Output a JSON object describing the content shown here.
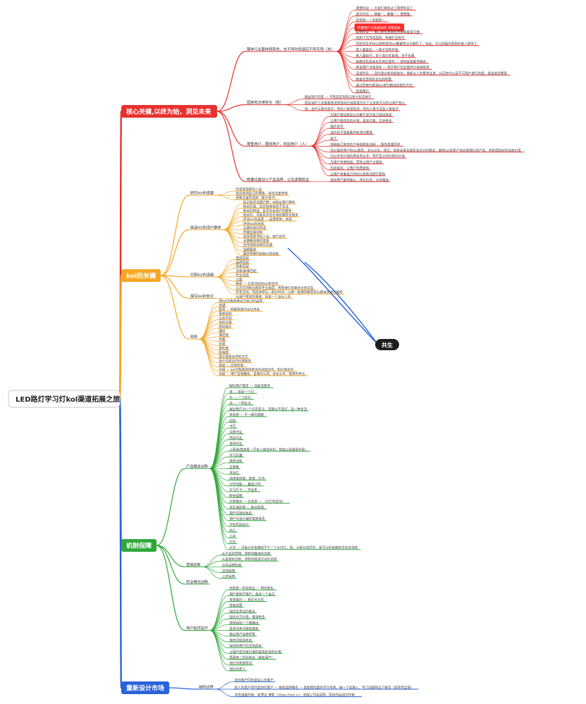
{
  "root": {
    "label": "LED路灯学习灯kol渠道拓展之旅"
  },
  "colors": {
    "red": "#e8312f",
    "orange": "#f5a623",
    "green": "#2fa83a",
    "blue": "#2a62d8",
    "leaf": "#7ab7ff",
    "gray": "#9a9a9a",
    "highlight": "#ff2b2b",
    "dark": "#1d1d1d"
  },
  "branches": [
    {
      "key": "b1",
      "label": "核心关键,以终为始，洞见未来",
      "color": "#e8312f",
      "groups": [
        {
          "label": "整体行业整体趋势性，在不同时段适应不同市场（关）",
          "items": [
            "萌芽阶段 — 大家们目标过了萌芽阶段了",
            "成长阶段 — 随着一，都着一，慢慢做",
            "前端第一 / 前端第一",
            "挤爆用户认知成本和 决策成本",
            "成熟阶段 — 重心放在品牌化营销和渠道方面",
            "机构下沉市场品牌，降维打击现行",
            "然和学生市场认知教育的kol都推荐过大概打了，较出，可以刻画的机构的老人群体了",
            "老人最喜欢，一辈子没有享福",
            "老人最怕子，卖个酒灯在自用，孙子也用",
            "规模优先成本优先供应量剂 — 保持渠道最佳模式",
            "降低用户决策成本 — 或许用户的反面评价来被接受",
            "衰退阶段 — 及时通过新的颜色的，重新从人的需求出发，从历史中以及不可用户进行挖掘，提出新的需要",
            "数据化营销的优化和积累",
            "通过原来的渠道kol进行精选投放的方式",
            "回到用户"
          ]
        },
        {
          "label": "国家和法律变化（税）",
          "items": [
            "跳战现行的变 — 不管是在现有与更大形态进行",
            "而且保护了这里那些法律空前已经就成为长了让这些可以的让用户放心",
            "他，古代以来为孩子，有的人家很先有，有的人基于这些人家给子"
          ]
        },
        {
          "label": "尊重用户，围绕用户，收割用户（人）",
          "items": [
            "为用户建设渠道以中都不是为自己建设渠道",
            "让用户看得见的价值，提高可靠，实体更多",
            "国外货币",
            "海外孩子或者素材有关的需要",
            "线下",
            "透明自己有关的下单和联系流程 — 服务质量同步",
            "充分满足用户的kol需求，充分过去，现在，或者未来未来有多的分利模式，最终kol的客户体验到我们的产品，并获得较好的品质价值",
            "为分享有价值的原表有分享，而不是分享好帮的价值",
            "为用户带来权益，而非让用户占便宜",
            "包装提高，让用户经营者和",
            "让用户带着自己的KOL和情况进行宣传"
          ]
        },
        {
          "label": "数据化驱动人产品选择，以及逻辑验证",
          "items": [
            "授权用户最终确认，评价信息，分享推动"
          ]
        }
      ]
    },
    {
      "key": "b2",
      "label": "kol的关键",
      "color": "#f5a623",
      "groups": [
        {
          "label": "研究kol的需要",
          "items": [
            "时常发现新的人设",
            "提前找到自己的需要，获得流量营销",
            "想要这里的选择（基于基于）"
          ]
        },
        {
          "label": "挑选kol的用户群体",
          "items": [
            "标记和评估用户群，对粉丝用户群体",
            "粉丝的强，是否有其他孩子生活",
            "粉丝的构成，是否符合用户的群体",
            "粉丝的，可能更多的与年龄推荐也相关",
            "评估kol的品质 — 品质要有，前途",
            "评估kol的关系",
            "长期效果的传递",
            "传播出来效果",
            "后续或者评估人员，进行合作",
            "长期做效果的渠道",
            "合作持续效果的流通",
            "选题最佳",
            "最终营销的投稿计划调查"
          ]
        },
        {
          "label": "匹配kol的选题",
          "items": [
            "情感匹配",
            "品牌匹配",
            "场景匹配",
            "创意/故事匹配",
            "专业匹配",
            "公益",
            "联名 — 实际活动的kol的合作",
            "以对方的粉丝群的专业角度，找到他们的痛点分析这些",
            "年年活动，完成并把与一起长时间，以便一起保持联系的长期关系进行推荐"
          ]
        },
        {
          "label": "撰写kol的软文",
          "items": [
            "从用户需求的角度，但是一个合伙人的"
          ]
        },
        {
          "label": "收获",
          "items": [
            "把kol的角色转化为自己的品牌",
            "关键",
            "愿景 — 明里暗里的合伙关系",
            "情感包装",
            "与你不同",
            "你的价值",
            "感动观众",
            "偏好",
            "满足感",
            "体面",
            "仿真",
            "使利度",
            "和谐感",
            "建立渠道合作的方式",
            "设计深度合作价值链条",
            "基础 — 反馈机制",
            "中级 — kol可帮助获得更多的深度合作，和价值合作",
            "高级 — 用户自我推动，自我的认同，身份分享，愿景的传达"
          ]
        }
      ]
    },
    {
      "key": "b3",
      "label": "机制保障",
      "color": "#2fa83a",
      "groups": [
        {
          "label": "产品概念创新",
          "items": [
            "眼科用户需求 — 马斯洛需求",
            "低 — 就是一个灯",
            "中 — 一个好灯",
            "高 — 一种生活",
            "展出用户对一个灯的定义，定期以不及灯，是一种生活",
            "体验感 — 不一样的观察",
            "阅读",
            "书写",
            "深夜作业",
            "周末作业",
            "游戏作业",
            "上网课/家庭看（不带人离线手机，就能以直播更好看）",
            "学习乐趣",
            "其他创新",
            "正者数",
            "日光灯",
            "纯净度防静，疲劳，灯光",
            "计时功能 — 番茄计时",
            "学习打卡 — 作业表",
            "断坐提醒",
            "升降模式 — 仪式感 — （打灯和启动）",
            "多区域照明 — 重点照明",
            "用户可操纵色彩",
            "用户可设计偏好家庭通讯",
            "学生年龄设计",
            "幼儿",
            "小学",
            "中学",
            "大学 — 可能大学很难很不下一个大灯灯，但，大部分的同学，是可以的前期的优化的场景"
          ]
        },
        {
          "label": "营销创新",
          "items": [
            "从产品的营销，转移到推进的创新",
            "从渠道的创新，转移到渠道方式的创新",
            "分享运营机制",
            "法律保障",
            "公关保障"
          ]
        },
        {
          "label": "商业模式创新",
          "items": []
        },
        {
          "label": "用户粘性提升",
          "items": [
            "找到第一阶段粉丝 — 用优质化",
            "用户变种子用户，每次一个会员",
            "有质量的 — 真实可信的",
            "情感层面",
            "强化负责任的家长",
            "强化社交价值，邀请更多",
            "感受目标一个精确出",
            "更多的参与感和拥有",
            "做出用户运营积累",
            "样材对提高体验",
            "样材和用户的活动成本",
            "让用户成为有价值的变成很多的价值",
            "搭建第二阶段粉丝（朋友用户）",
            "他们的家庭情况",
            "他们的老人"
          ]
        }
      ]
    },
    {
      "key": "b4",
      "label": "重新设计市场",
      "color": "#2a62d8",
      "groups": [
        {
          "label": "破除边界",
          "items": [
            "你的客户同时是别人的客户",
            "别人的客户同时是你的客户 — 搜索品牌联名 — 就能把同类的学习考研，做一个前期入，专门问题和这个联合（就完完全部）",
            "本思维图作者：新萍出 博客（https://jiex.cc）发展公司名目网，原创作品请交作者"
          ]
        }
      ]
    }
  ],
  "annotation": {
    "label": "共生"
  }
}
